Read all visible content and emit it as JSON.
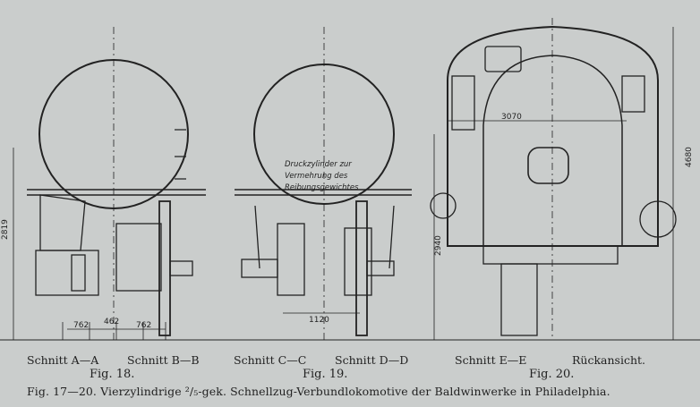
{
  "figure": {
    "section_labels": [
      "Schnitt A—A",
      "Schnitt B—B",
      "Schnitt C—C",
      "Schnitt D—D",
      "Schnitt E—E",
      "Rückansicht."
    ],
    "figure_numbers": [
      "Fig. 18.",
      "Fig. 19.",
      "Fig. 20."
    ],
    "caption_prefix": "Fig. 17—20.  Vierzylindrige ",
    "caption_fraction": "²/₅",
    "caption_suffix": "-gek. Schnellzug-Verbundlokomotive der Baldwinwerke in Philadelphia.",
    "annotation_lines": [
      "Druckzylinder zur",
      "Vermehrung des",
      "Reibungsgewichtes"
    ],
    "dimensions": {
      "height_fig18": "2819",
      "track_left": "762",
      "middle": "462",
      "track_right": "762",
      "width_fig19": "1120",
      "height_fig19": "2940",
      "cab_width": "3070",
      "cab_height": "4680"
    }
  }
}
